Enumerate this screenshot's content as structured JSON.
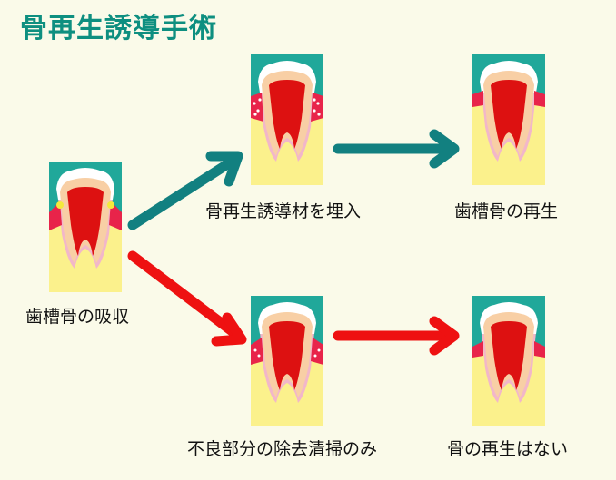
{
  "title": "骨再生誘導手術",
  "captions": {
    "resorption": "歯槽骨の吸収",
    "graft_filled": "骨再生誘導材を埋入",
    "bone_regenerated": "歯槽骨の再生",
    "cleaning_only": "不良部分の除去清掃のみ",
    "no_regeneration": "骨の再生はない"
  },
  "colors": {
    "title": "#0e8f80",
    "arrow_upper": "#128080",
    "arrow_lower": "#ee1111",
    "gum": "#20a89a",
    "bone": "#fbf18c",
    "crown_enamel": "#ffffff",
    "dentin": "#f8cfa5",
    "pulp": "#dd1111",
    "root_surface": "#f2b7c9",
    "inflamed_gum": "#e8244a"
  },
  "teeth": [
    {
      "id": "resorption",
      "state": "bone resorbed, inflamed"
    },
    {
      "id": "graft_filled",
      "state": "graft material placed"
    },
    {
      "id": "bone_regenerated",
      "state": "bone regenerated"
    },
    {
      "id": "cleaning_only",
      "state": "cleaned only"
    },
    {
      "id": "no_regeneration",
      "state": "no bone regeneration"
    }
  ]
}
